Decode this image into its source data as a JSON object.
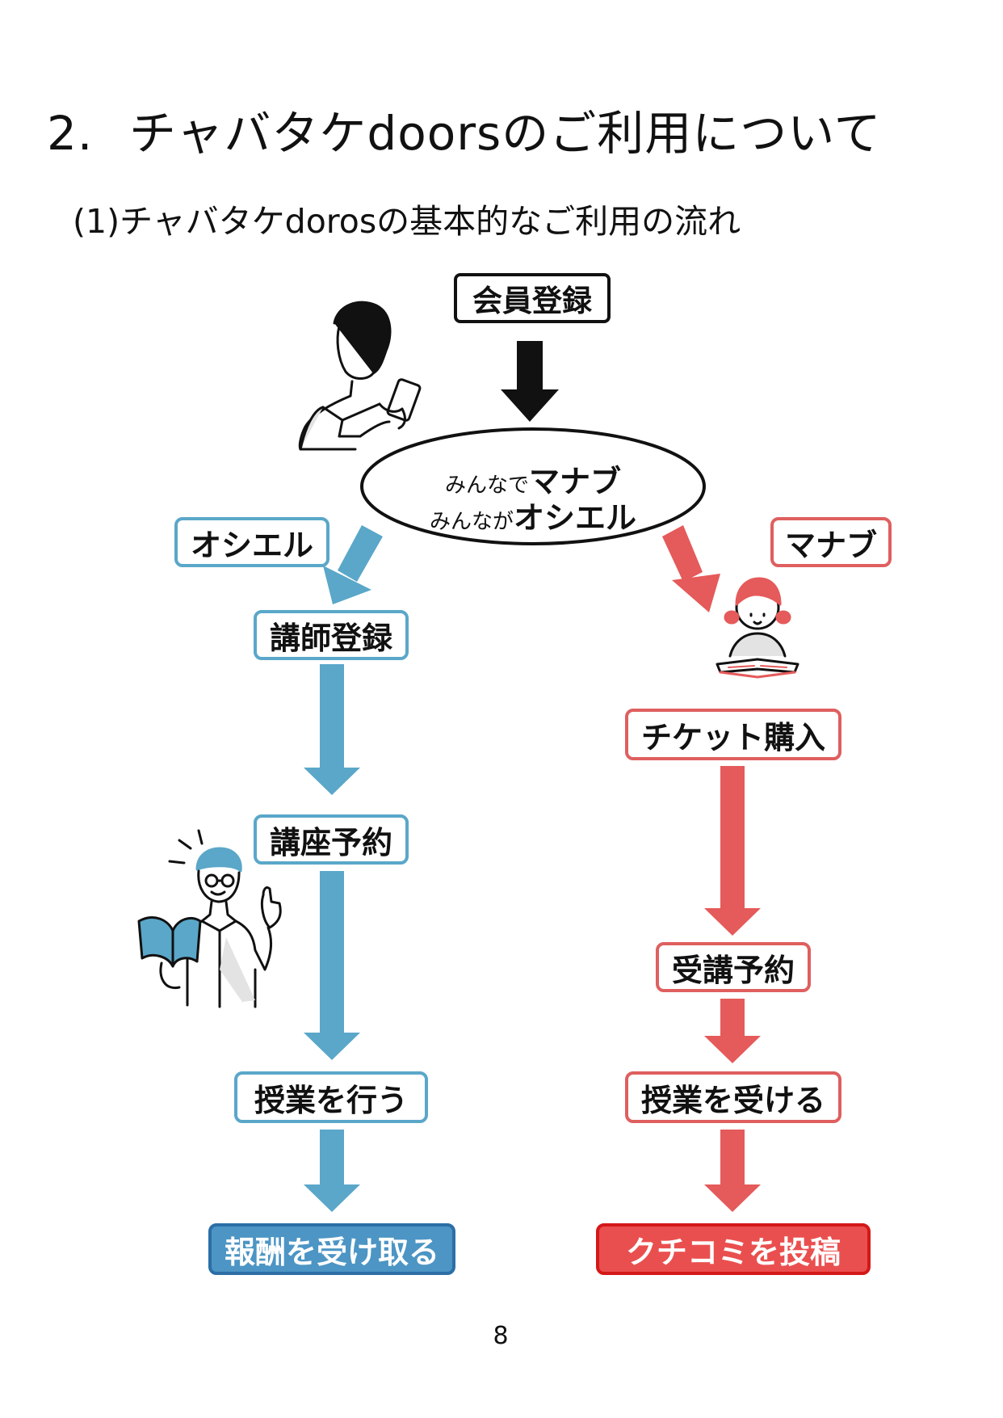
{
  "heading": {
    "number": "2.",
    "text": "チャバタケdoorsのご利用について"
  },
  "subheading": "(1)チャバタケdorosの基本的なご利用の流れ",
  "flow": {
    "start": "会員登録",
    "center": {
      "line1_small": "みんなで",
      "line1_big": "マナブ",
      "line2_small": "みんなが",
      "line2_big": "オシエル"
    },
    "teacher": {
      "label": "オシエル",
      "steps": [
        "講師登録",
        "講座予約",
        "授業を行う"
      ],
      "final": "報酬を受け取る"
    },
    "learner": {
      "label": "マナブ",
      "steps": [
        "チケット購入",
        "受講予約",
        "授業を受ける"
      ],
      "final": "クチコミを投稿"
    }
  },
  "colors": {
    "teacher": "#5aa7c9",
    "teacher_final": "#4c95c4",
    "learner": "#e55a5a",
    "learner_final": "#ea4f4f",
    "start": "#111111"
  },
  "illustrations": {
    "woman": "woman-with-tablet-illustration",
    "girl": "girl-reading-book-illustration",
    "man": "man-with-book-illustration"
  },
  "page_number": "8"
}
